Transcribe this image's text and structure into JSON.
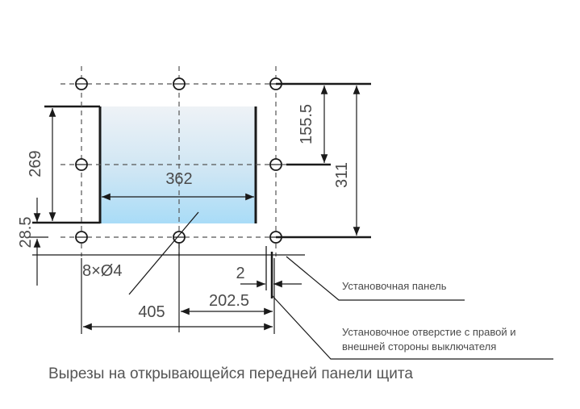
{
  "dimensions": {
    "d269": "269",
    "d28_5": "28.5",
    "d362": "362",
    "d155_5": "155.5",
    "d311": "311",
    "holes": "8×Ø4",
    "d2": "2",
    "d202_5": "202.5",
    "d405": "405"
  },
  "notes": {
    "mounting_panel": "Установочная панель",
    "mounting_hole_line1": "Установочное отверстие с правой и",
    "mounting_hole_line2": "внешней стороны выключателя"
  },
  "caption": "Вырезы на открывающейся передней панели щита",
  "colors": {
    "line": "#1a1a1a",
    "text": "#4a4a4a",
    "cutout_top": "#eef2f6",
    "cutout_bottom": "#a9dcf7"
  }
}
